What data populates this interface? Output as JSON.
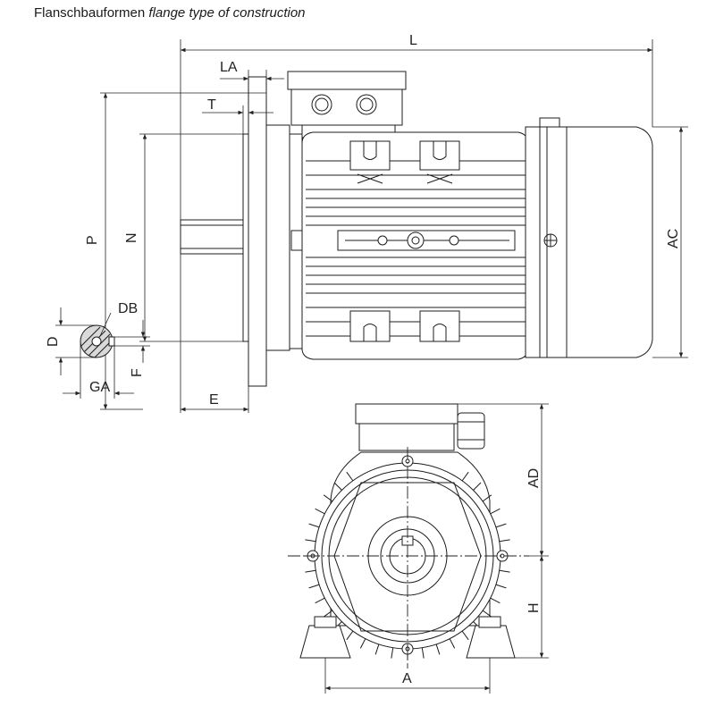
{
  "title": {
    "main": "Flanschbauformen",
    "italic": "flange type of construction"
  },
  "dimensions": {
    "L": "L",
    "LA": "LA",
    "T": "T",
    "P": "P",
    "N": "N",
    "E": "E",
    "AC": "AC",
    "D": "D",
    "DB": "DB",
    "GA": "GA",
    "F": "F",
    "AD": "AD",
    "H": "H",
    "A": "A"
  },
  "colors": {
    "line": "#1c1c1c",
    "background": "#ffffff",
    "shaft_section": "#d9d9d9"
  }
}
